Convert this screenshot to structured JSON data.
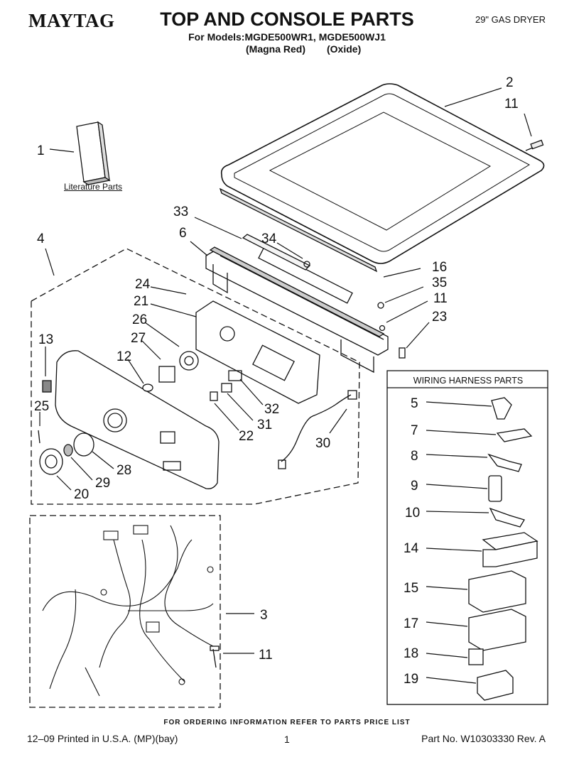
{
  "header": {
    "brand": "MAYTAG",
    "title": "TOP AND CONSOLE PARTS",
    "models_line": "For Models:MGDE500WR1, MGDE500WJ1",
    "color_1": "(Magna Red)",
    "color_2": "(Oxide)",
    "product": "29\" GAS DRYER"
  },
  "labels": {
    "literature": "Literature Parts",
    "harness_box_title": "WIRING HARNESS PARTS"
  },
  "callouts": [
    "1",
    "2",
    "11",
    "33",
    "6",
    "34",
    "16",
    "35",
    "11",
    "23",
    "4",
    "24",
    "21",
    "26",
    "27",
    "12",
    "13",
    "25",
    "32",
    "31",
    "22",
    "30",
    "28",
    "29",
    "20",
    "3",
    "11",
    "5",
    "7",
    "8",
    "9",
    "10",
    "14",
    "15",
    "17",
    "18",
    "19"
  ],
  "footer": {
    "order_note": "FOR ORDERING INFORMATION REFER TO PARTS PRICE LIST",
    "print_info": "12–09 Printed in U.S.A. (MP)(bay)",
    "page_number": "1",
    "part_number": "Part No. W10303330 Rev. A"
  }
}
